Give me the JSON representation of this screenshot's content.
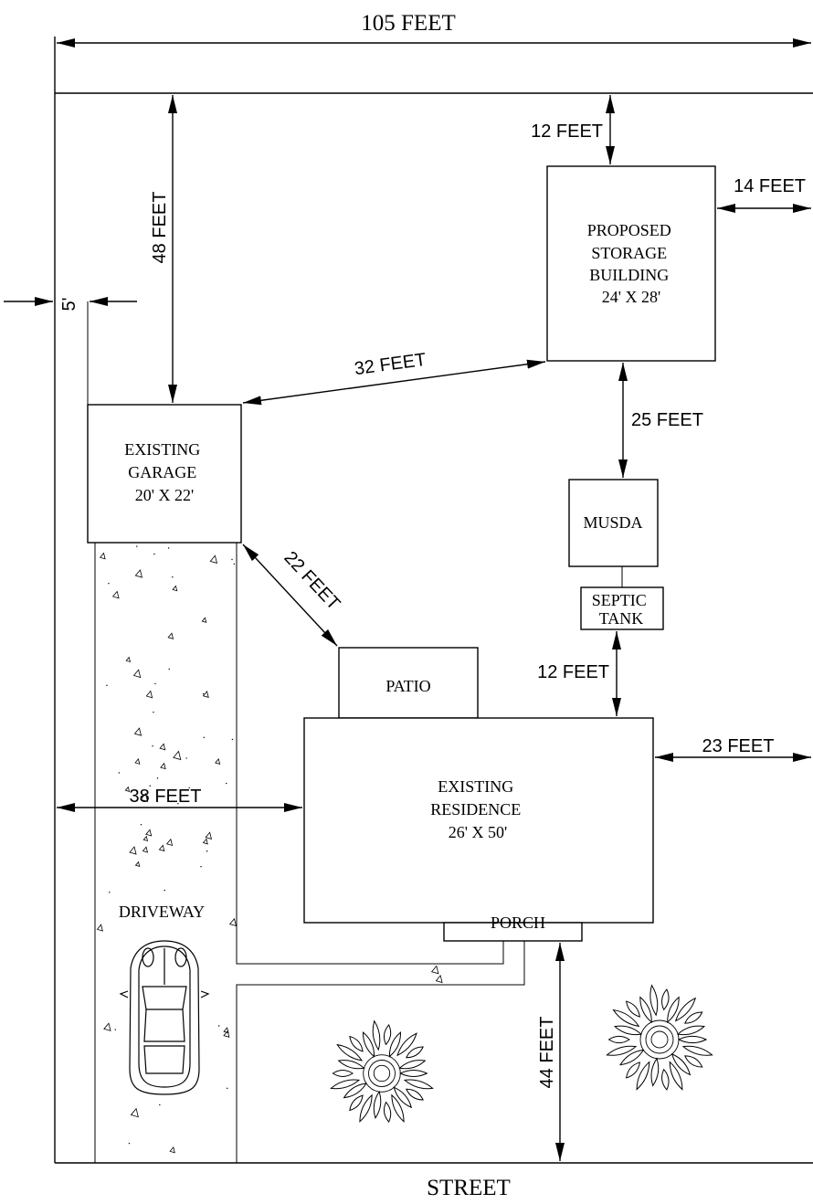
{
  "labels": {
    "lot_width": "105 FEET",
    "street": "STREET",
    "driveway": "DRIVEWAY"
  },
  "buildings": {
    "storage": [
      "PROPOSED",
      "STORAGE",
      "BUILDING",
      "24' X 28'"
    ],
    "garage": [
      "EXISTING",
      "GARAGE",
      "20' X 22'"
    ],
    "residence": [
      "EXISTING",
      "RESIDENCE",
      "26' X 50'"
    ],
    "musda": [
      "MUSDA"
    ],
    "septic": [
      "SEPTIC",
      "TANK"
    ],
    "patio": [
      "PATIO"
    ],
    "porch": [
      "PORCH"
    ]
  },
  "dimensions": {
    "storage_to_rear": "12 FEET",
    "storage_to_side": "14 FEET",
    "garage_to_rear": "48 FEET",
    "garage_to_side": "5'",
    "garage_to_storage": "32 FEET",
    "storage_to_musda": "25 FEET",
    "garage_to_patio": "22 FEET",
    "septic_to_residence": "12 FEET",
    "residence_to_side_right": "23 FEET",
    "residence_to_side_left": "38 FEET",
    "porch_to_street": "44 FEET"
  },
  "colors": {
    "line": "#000000",
    "background": "#ffffff"
  }
}
